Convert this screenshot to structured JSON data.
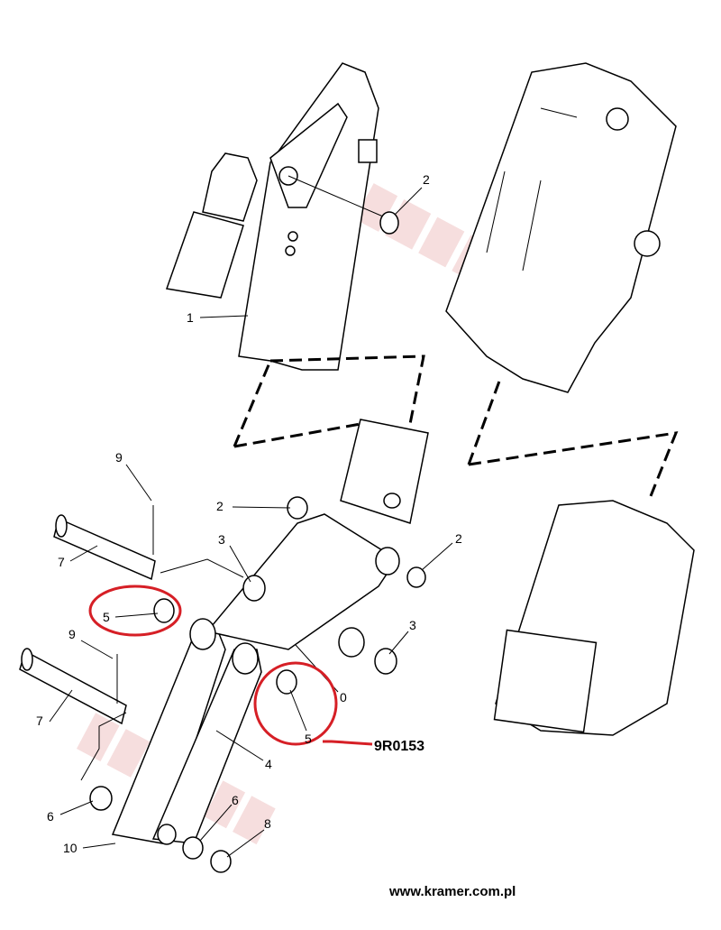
{
  "diagram": {
    "watermark": "KRAMER s.a.",
    "callouts": {
      "top_2": "2",
      "top_1": "1",
      "left_9a": "9",
      "mid_2a": "2",
      "mid_3a": "3",
      "right_2": "2",
      "left_7a": "7",
      "left_5": "5",
      "right_3": "3",
      "left_9b": "9",
      "mid_0": "0",
      "mid_5": "5",
      "left_7b": "7",
      "mid_4": "4",
      "bot_6a": "6",
      "left_6": "6",
      "bot_8": "8",
      "left_10": "10"
    },
    "highlight_part_number": "9R0153",
    "highlight_color": "#d61f26",
    "website": "www.kramer.com.pl"
  }
}
